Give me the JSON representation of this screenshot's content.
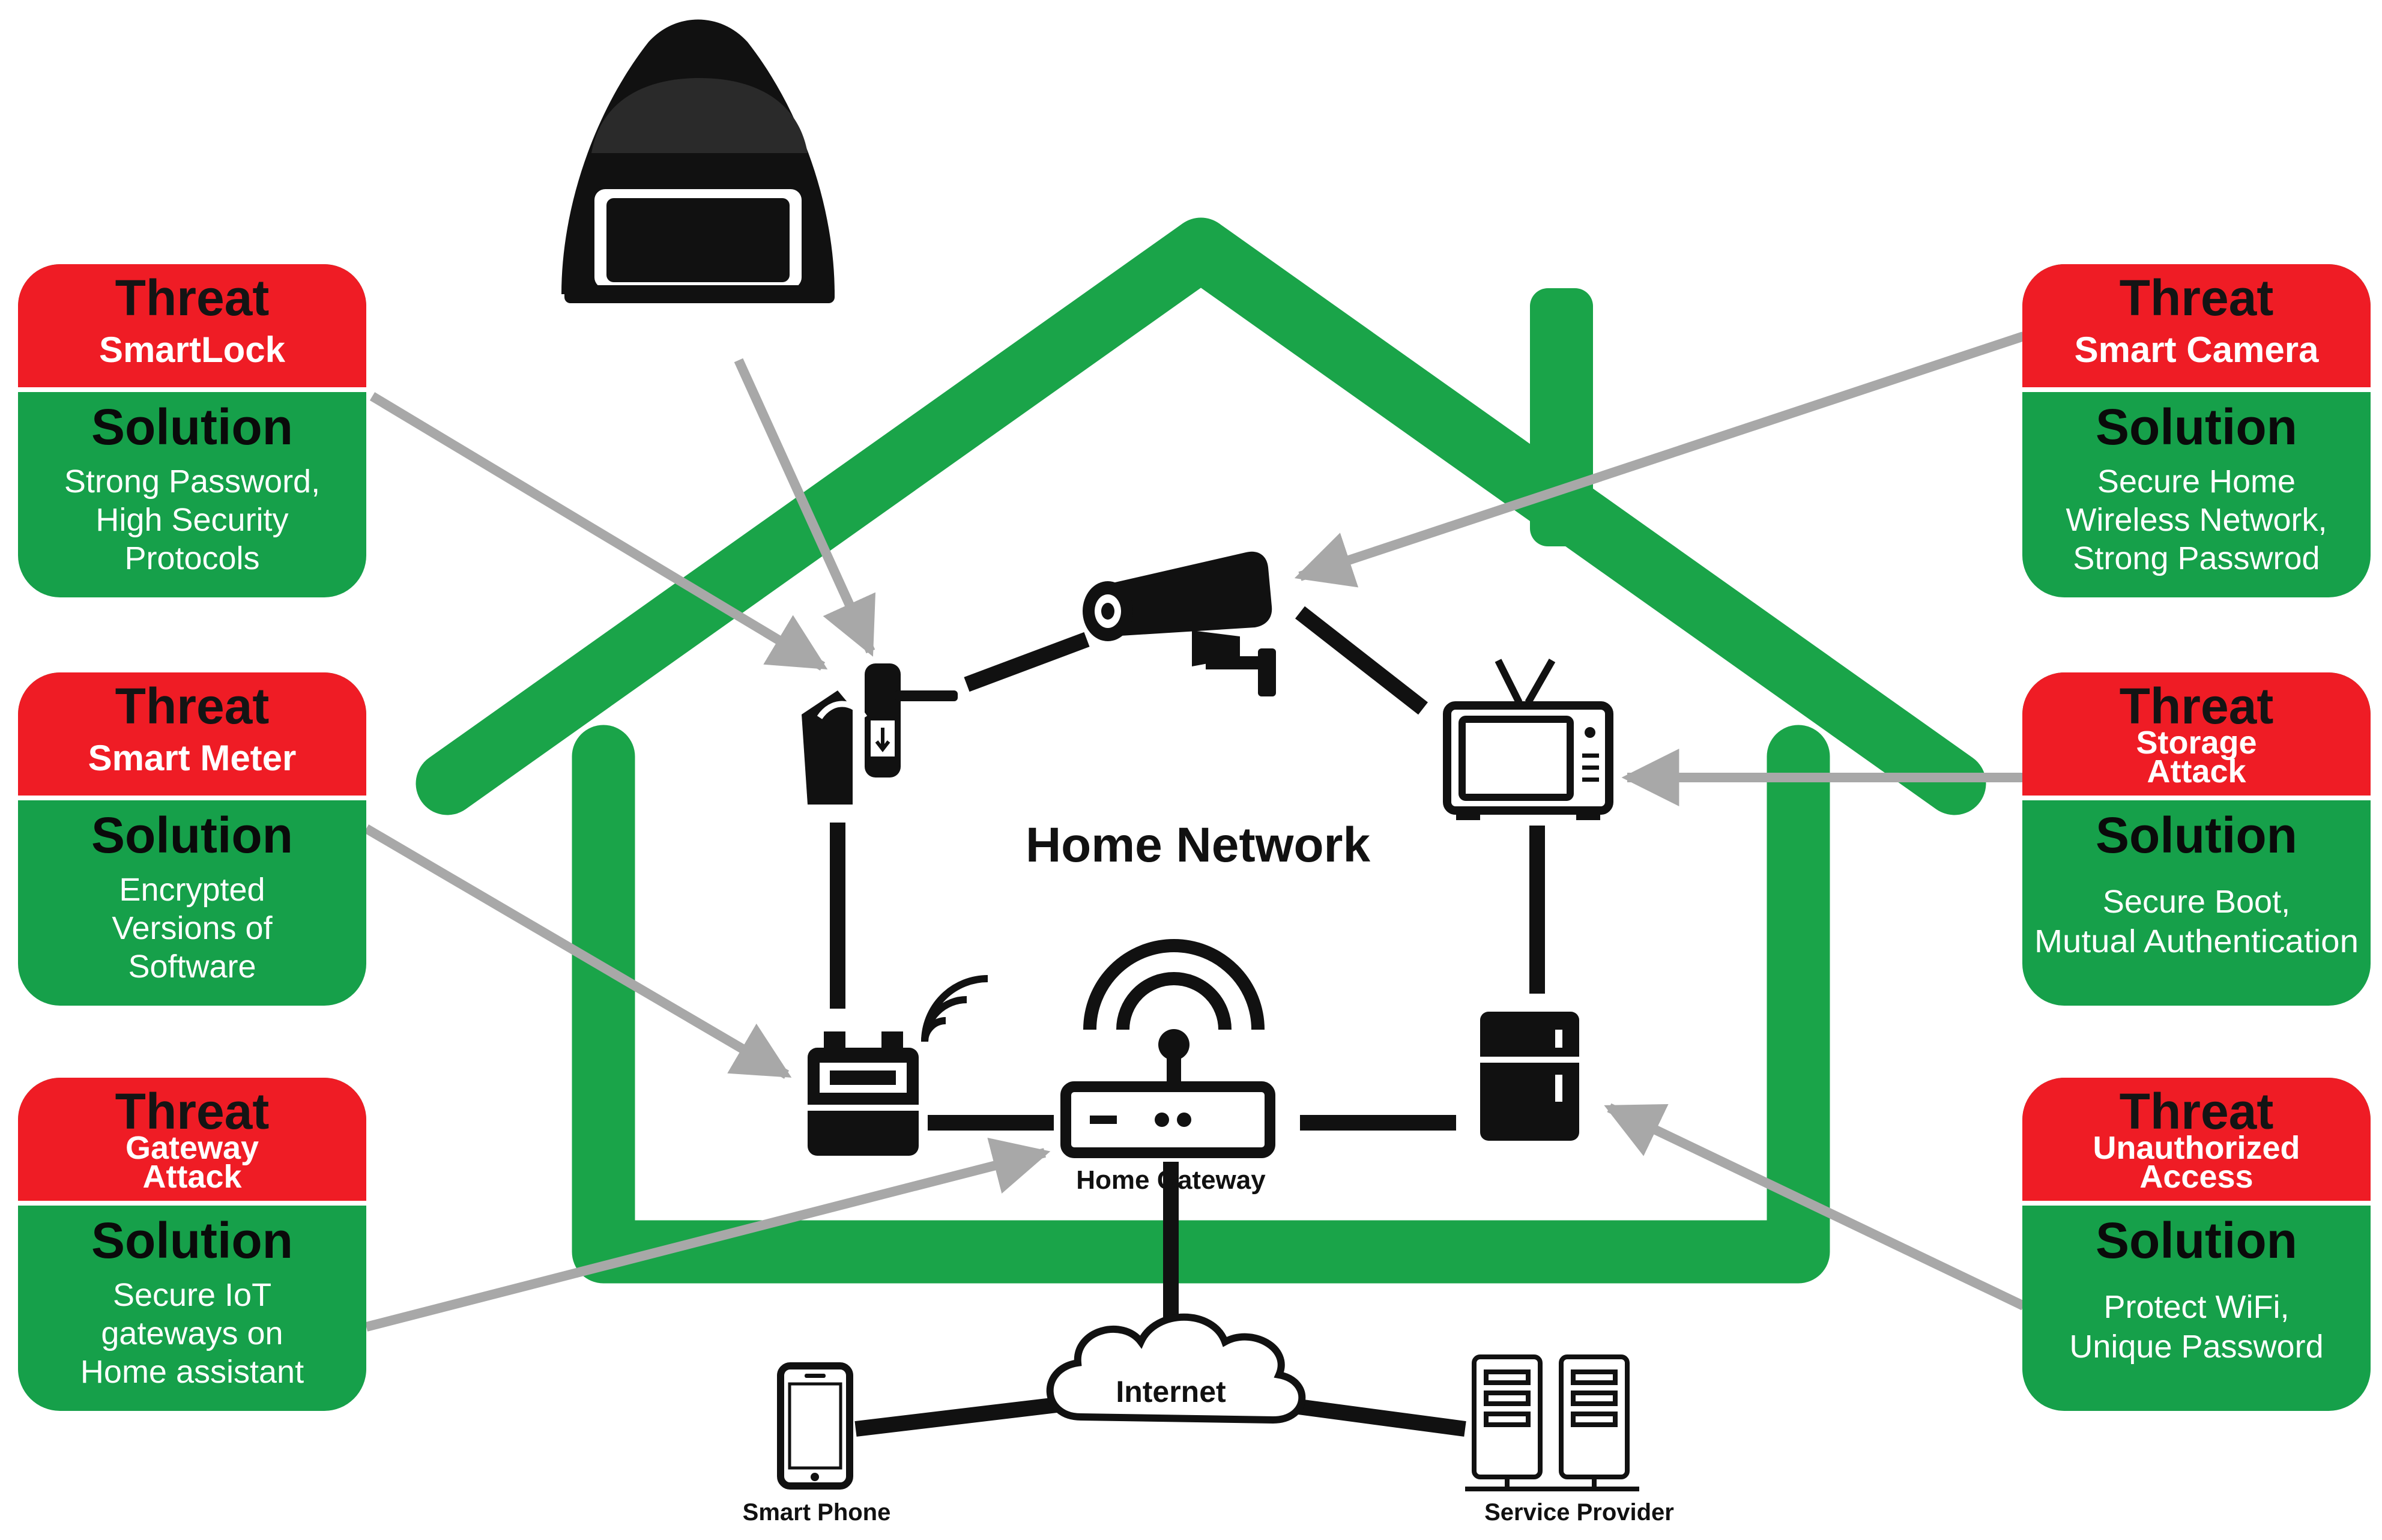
{
  "diagram": {
    "center_label": "Home Network",
    "gateway_label": "Home Gateway",
    "internet_label": "Internet",
    "smartphone_label": "Smart Phone",
    "provider_label": "Service Provider"
  },
  "colors": {
    "house": "#1aa449",
    "threat_red": "#ef1c25",
    "solution_green": "#16a04a",
    "connector_gray": "#a8a8a8",
    "ink": "#111111"
  },
  "icons": [
    "hacker-icon",
    "smart-lock-icon",
    "camera-icon",
    "tv-icon",
    "smart-meter-icon",
    "router-icon",
    "storage-icon",
    "cloud-icon",
    "smartphone-icon",
    "server-icon"
  ],
  "cards": [
    {
      "id": "smartlock",
      "threat_title": "Threat",
      "threat_sub": [
        "SmartLock"
      ],
      "solution_title": "Solution",
      "solution_lines": [
        "Strong Password,",
        "High Security",
        "Protocols"
      ]
    },
    {
      "id": "smartmeter",
      "threat_title": "Threat",
      "threat_sub": [
        "Smart Meter"
      ],
      "solution_title": "Solution",
      "solution_lines": [
        "Encrypted",
        "Versions of",
        "Software"
      ]
    },
    {
      "id": "gateway",
      "threat_title": "Threat",
      "threat_sub": [
        "Gateway",
        "Attack"
      ],
      "solution_title": "Solution",
      "solution_lines": [
        "Secure IoT",
        "gateways on",
        "Home assistant"
      ]
    },
    {
      "id": "camera",
      "threat_title": "Threat",
      "threat_sub": [
        "Smart Camera"
      ],
      "solution_title": "Solution",
      "solution_lines": [
        "Secure Home",
        "Wireless Network,",
        "Strong Passwrod"
      ]
    },
    {
      "id": "storage",
      "threat_title": "Threat",
      "threat_sub": [
        "Storage",
        "Attack"
      ],
      "solution_title": "Solution",
      "solution_lines": [
        "Secure Boot,",
        "Mutual Authentication"
      ]
    },
    {
      "id": "unauthorized",
      "threat_title": "Threat",
      "threat_sub": [
        "Unauthorized",
        "Access"
      ],
      "solution_title": "Solution",
      "solution_lines": [
        "Protect WiFi,",
        "Unique Password"
      ]
    }
  ]
}
